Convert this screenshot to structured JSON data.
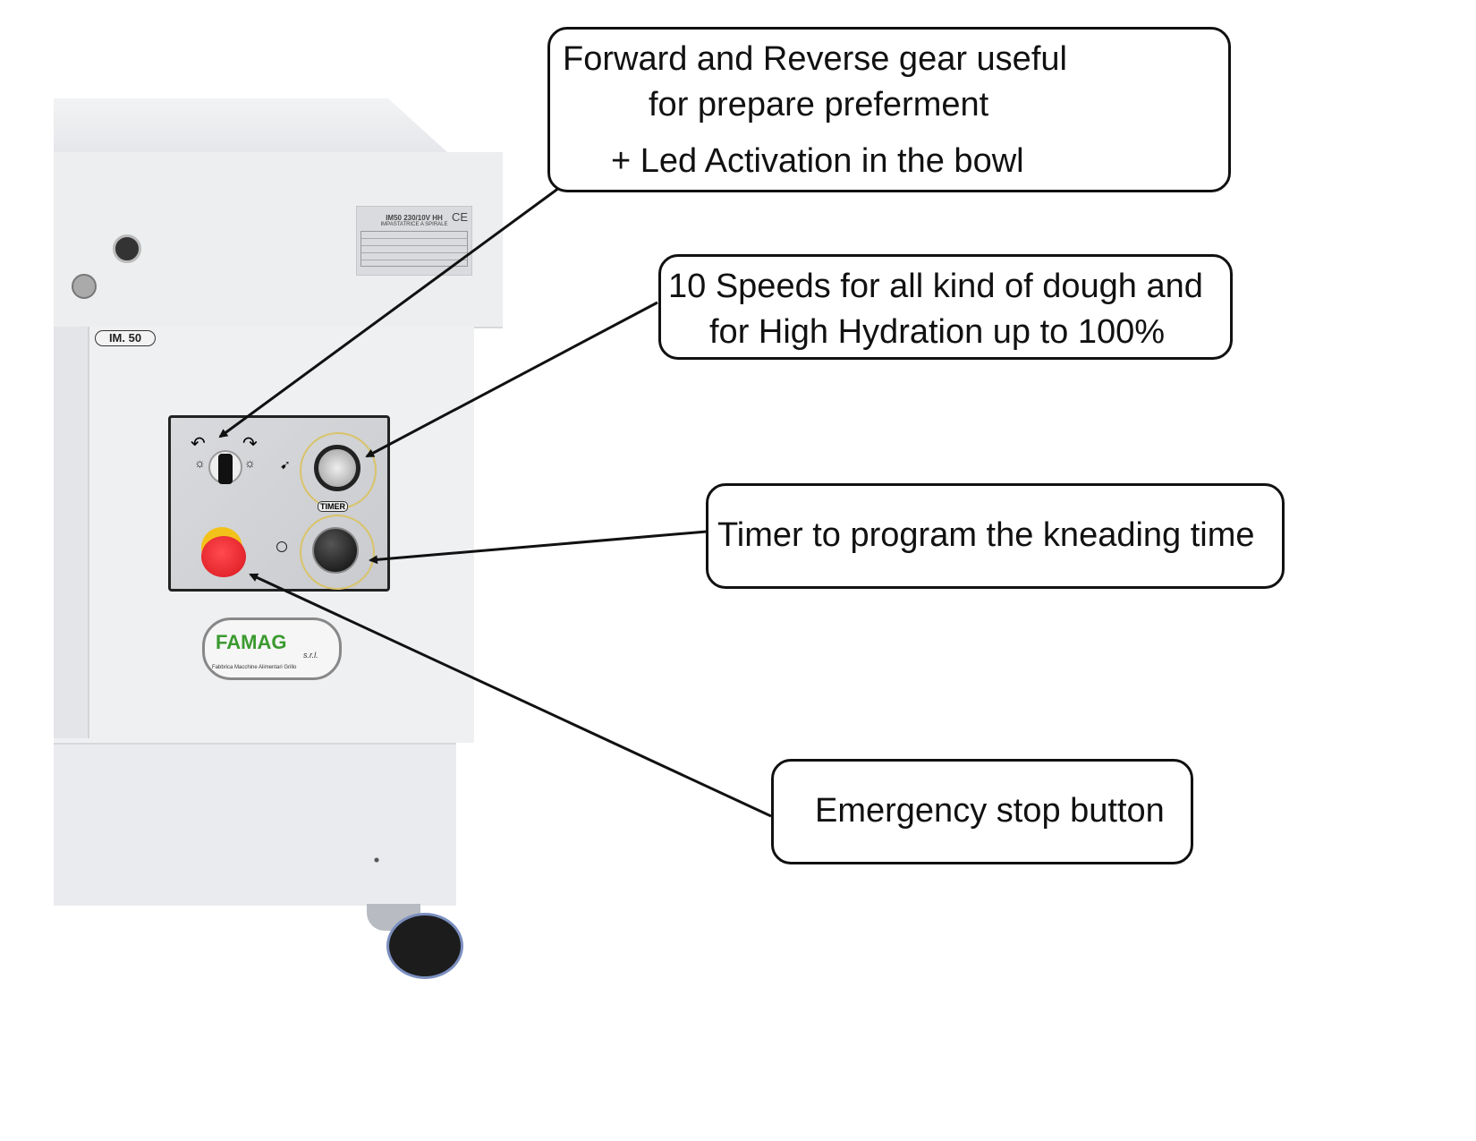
{
  "machine": {
    "model_tag": "IM. 50",
    "plate_title": "IM50 230/10V HH",
    "plate_subtitle": "IMPASTATRICE A SPIRALE",
    "plate_mark": "CE",
    "panel_timer_label": "TIMER",
    "brand": "FAMAG",
    "brand_suffix": "s.r.l.",
    "brand_tagline": "Fabbrica Macchine Alimentari Grillo"
  },
  "callouts": [
    {
      "lines": [
        "Forward and Reverse gear useful",
        "for prepare preferment",
        "+ Led Activation in the bowl"
      ]
    },
    {
      "lines": [
        "10 Speeds for all kind of dough and",
        "for High Hydration up to 100%"
      ]
    },
    {
      "lines": [
        "Timer to program the kneading time"
      ]
    },
    {
      "lines": [
        "Emergency stop button"
      ]
    }
  ],
  "colors": {
    "stop_button": "#e8222a",
    "stop_collar": "#f2c21a",
    "brand_green": "#3a9a2e"
  }
}
